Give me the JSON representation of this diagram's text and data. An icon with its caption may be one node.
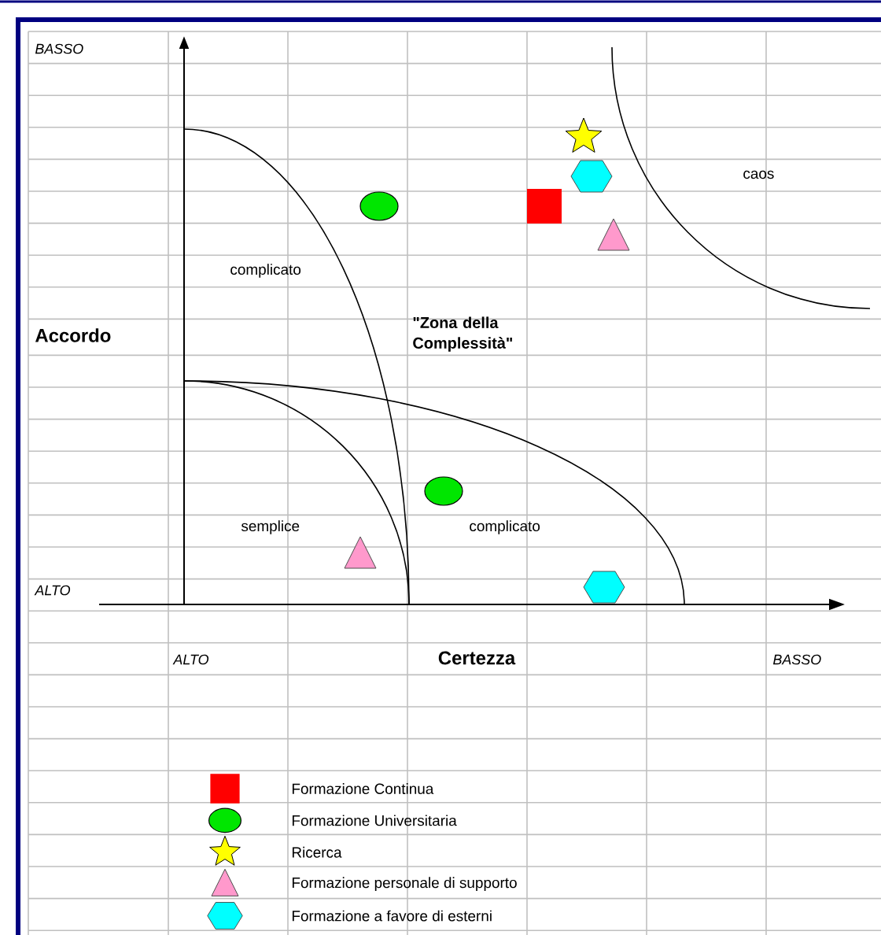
{
  "diagram": {
    "labels": [
      "BASSO",
      "caos",
      "complicato",
      "Accordo",
      "\"Zona della Complessità\"",
      "semplice",
      "complicato",
      "ALTO",
      "ALTO",
      "Certezza",
      "BASSO"
    ],
    "legend": [
      {
        "text": "Formazione Continua"
      },
      {
        "text": "Formazione Universitaria"
      },
      {
        "text": "Ricerca"
      },
      {
        "text": "Formazione personale di supporto"
      },
      {
        "text": "Formazione a favore di esterni"
      }
    ]
  }
}
